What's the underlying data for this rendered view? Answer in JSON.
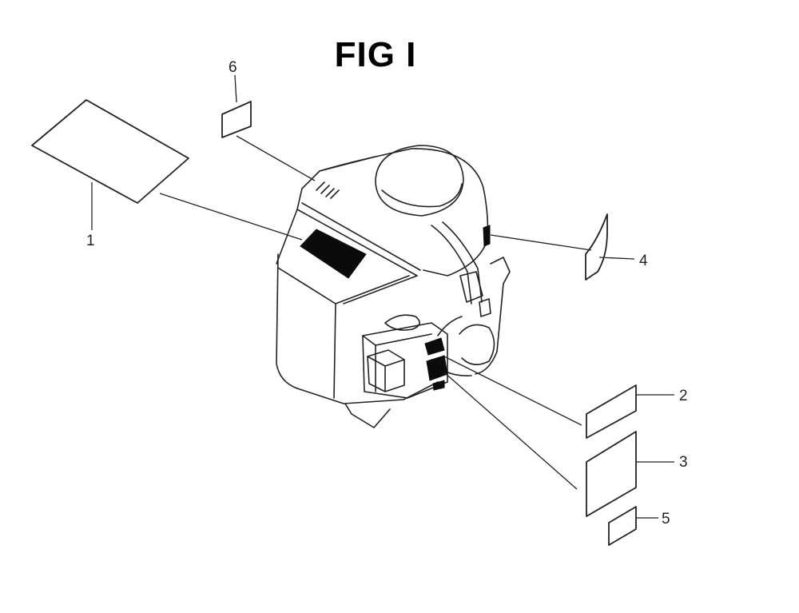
{
  "figure": {
    "title": "FIG I",
    "callouts": [
      {
        "id": "1",
        "label": "1"
      },
      {
        "id": "2",
        "label": "2"
      },
      {
        "id": "3",
        "label": "3"
      },
      {
        "id": "4",
        "label": "4"
      },
      {
        "id": "5",
        "label": "5"
      },
      {
        "id": "6",
        "label": "6"
      }
    ]
  }
}
